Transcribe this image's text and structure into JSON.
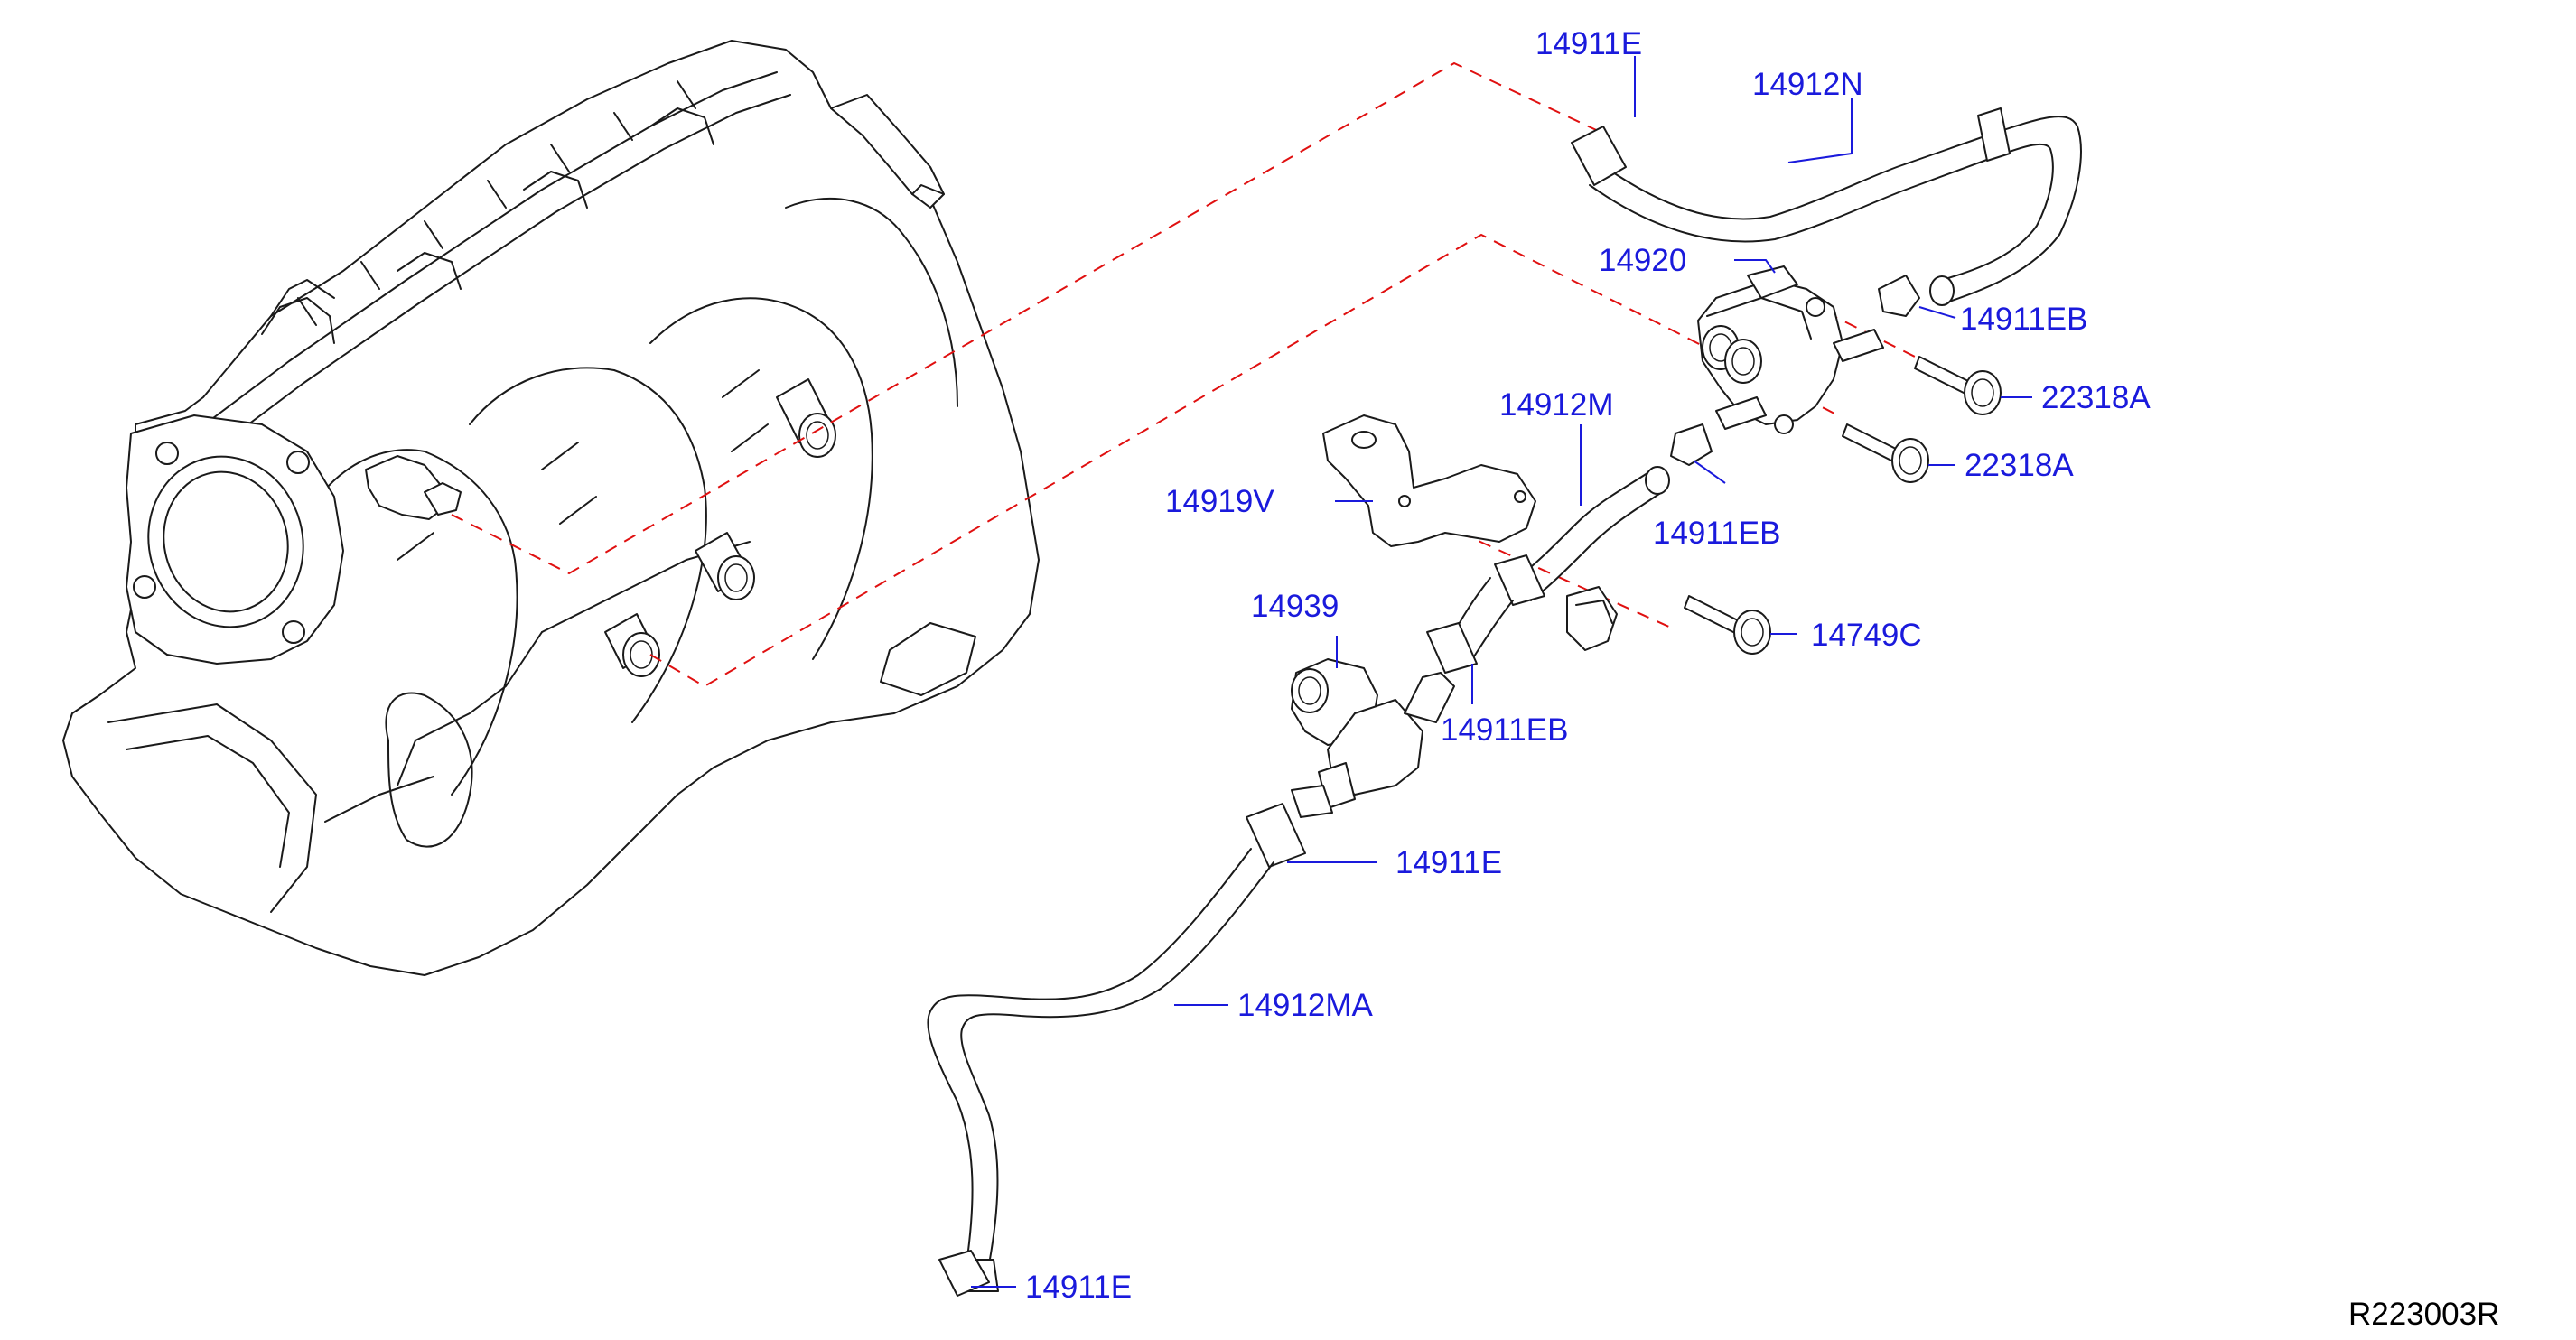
{
  "diagram": {
    "reference": "R223003R",
    "callouts": [
      {
        "id": "c1",
        "label": "14911E"
      },
      {
        "id": "c2",
        "label": "14912N"
      },
      {
        "id": "c3",
        "label": "14920"
      },
      {
        "id": "c4",
        "label": "14911EB"
      },
      {
        "id": "c5",
        "label": "22318A"
      },
      {
        "id": "c6",
        "label": "14912M"
      },
      {
        "id": "c7",
        "label": "22318A"
      },
      {
        "id": "c8",
        "label": "14919V"
      },
      {
        "id": "c9",
        "label": "14911EB"
      },
      {
        "id": "c10",
        "label": "14939"
      },
      {
        "id": "c11",
        "label": "14749C"
      },
      {
        "id": "c12",
        "label": "14911EB"
      },
      {
        "id": "c13",
        "label": "14911E"
      },
      {
        "id": "c14",
        "label": "14912MA"
      },
      {
        "id": "c15",
        "label": "14911E"
      }
    ],
    "colors": {
      "callout_text": "#1a1adc",
      "leader_line": "#1a1adc",
      "dashed_link": "#e01010",
      "line_art": "#1a1a1a",
      "background": "#ffffff"
    }
  }
}
